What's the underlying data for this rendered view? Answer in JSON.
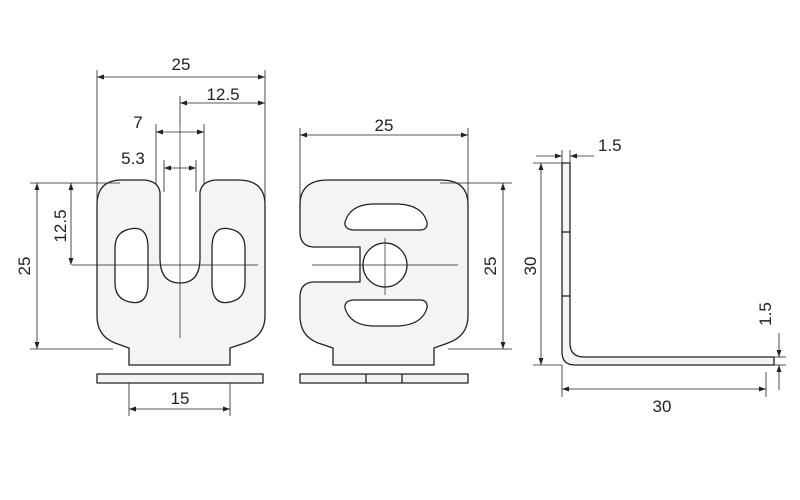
{
  "views": {
    "front": {
      "overall_width": "25",
      "half_width": "12.5",
      "slot_pitch": "7",
      "slot_width": "5.3",
      "center_height": "12.5",
      "overall_height": "25",
      "tab_width": "15"
    },
    "rear": {
      "overall_width": "25",
      "overall_height": "25"
    },
    "side": {
      "thickness_top": "1.5",
      "height": "30",
      "thickness_right": "1.5",
      "length": "30"
    }
  }
}
